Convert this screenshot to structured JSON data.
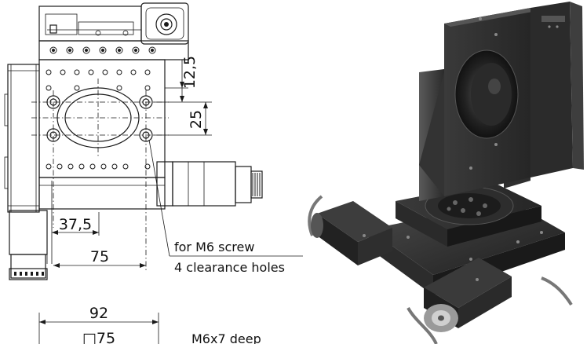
{
  "drawing": {
    "dimensions": {
      "top_offset": "12,5",
      "hole_spacing_vertical": "25",
      "half_spacing": "37,5",
      "hole_spacing_horizontal": "75",
      "overall_width": "92",
      "square_mount": "□75"
    },
    "notes": {
      "screw_line1": "for M6 screw",
      "screw_line2": "4 clearance holes",
      "thread_note": "M6x7 deep"
    }
  },
  "photo": {
    "subject": "motorized XY stage with vertical Z stage and rotation mount"
  }
}
